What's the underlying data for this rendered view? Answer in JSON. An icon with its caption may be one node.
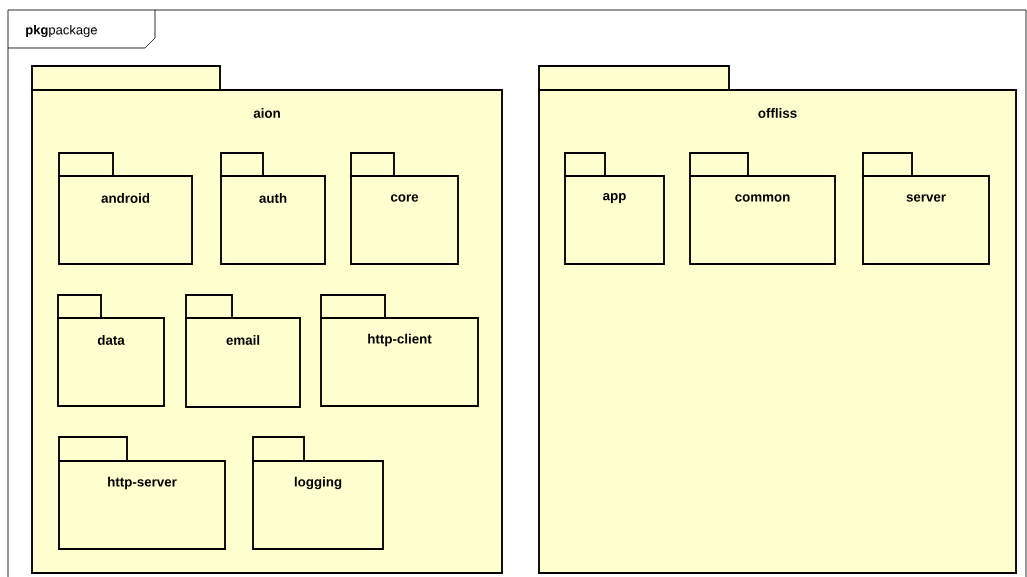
{
  "diagram": {
    "title": "**pkg**package",
    "nodes": [
      {
        "text": [
          "aion"
        ]
      },
      {
        "text": [
          "android"
        ],
        "in": 0
      },
      {
        "text": [
          "auth"
        ],
        "in": 0
      },
      {
        "text": [
          "core"
        ],
        "in": 0
      },
      {
        "text": [
          "data"
        ],
        "in": 0
      },
      {
        "text": [
          "email"
        ],
        "in": 0
      },
      {
        "text": [
          "http-client"
        ],
        "in": 0
      },
      {
        "text": [
          "http-server"
        ],
        "in": 0
      },
      {
        "text": [
          "logging"
        ],
        "in": 0
      },
      {
        "text": [
          "offliss"
        ]
      },
      {
        "text": [
          "app"
        ],
        "in": 9
      },
      {
        "text": [
          "common"
        ],
        "in": 9
      },
      {
        "text": [
          "server"
        ],
        "in": 9
      }
    ]
  }
}
